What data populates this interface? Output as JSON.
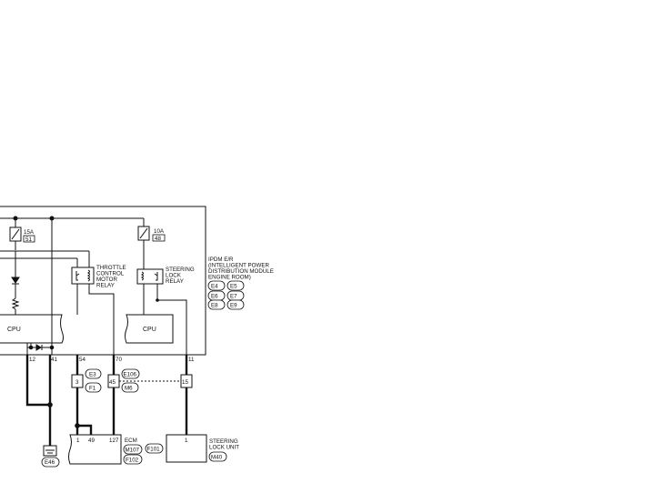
{
  "pdm": {
    "name_lines": [
      "IPDM E/R",
      "(INTELLIGENT POWER",
      "DISTRIBUTION MODULE",
      "ENGINE ROOM)"
    ],
    "connectors": [
      "E4",
      "E5",
      "E6",
      "E7",
      "E8",
      "E9"
    ],
    "fuse_left": {
      "amps": "15A",
      "number": "51"
    },
    "fuse_right": {
      "amps": "10A",
      "number": "48"
    },
    "throttle_relay_lines": [
      "THROTTLE",
      "CONTROL",
      "MOTOR",
      "RELAY"
    ],
    "steering_relay_lines": [
      "STEERING",
      "LOCK",
      "RELAY"
    ],
    "cpu_left": "CPU",
    "cpu_right": "CPU",
    "terminals": {
      "t12": "12",
      "t41": "41",
      "t54": "54",
      "t70": "70",
      "t11": "11"
    }
  },
  "joints": {
    "j3": "3",
    "j45": "45",
    "j15": "15",
    "conn_e3": "E3",
    "conn_f1": "F1",
    "conn_e106": "E106",
    "conn_m6": "M6"
  },
  "ground": {
    "conn": "E46"
  },
  "ecm": {
    "name": "ECM",
    "terminals": {
      "t1": "1",
      "t49": "49",
      "t127": "127"
    },
    "connectors": [
      "M107",
      "F102"
    ]
  },
  "steering_lock_unit": {
    "name_lines": [
      "STEERING",
      "LOCK UNIT"
    ],
    "terminal": "1",
    "connectors": [
      "F101",
      "M40"
    ]
  }
}
